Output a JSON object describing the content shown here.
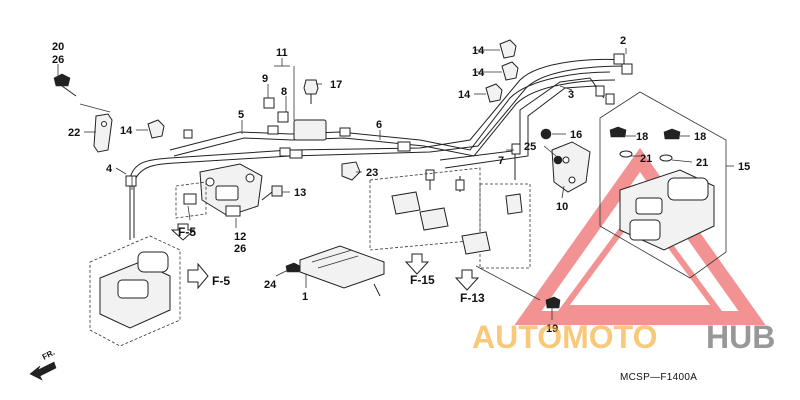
{
  "diagram": {
    "callouts": [
      "1",
      "2",
      "3",
      "4",
      "5",
      "6",
      "7",
      "8",
      "9",
      "10",
      "11",
      "12",
      "13",
      "14",
      "14",
      "14",
      "14",
      "15",
      "16",
      "17",
      "18",
      "18",
      "19",
      "20",
      "21",
      "21",
      "22",
      "23",
      "24",
      "25",
      "26",
      "26"
    ],
    "section_refs": [
      "F-5",
      "F-5",
      "F-15",
      "F-13"
    ],
    "front_arrow_label": "FR.",
    "diagram_code": "MCSP—F1400A"
  },
  "watermark": {
    "text_left": "AUTOMOTO",
    "text_right": "HUB",
    "color_left": "#f5a623",
    "color_right": "#555555",
    "triangle_color": "#e83a3a"
  }
}
